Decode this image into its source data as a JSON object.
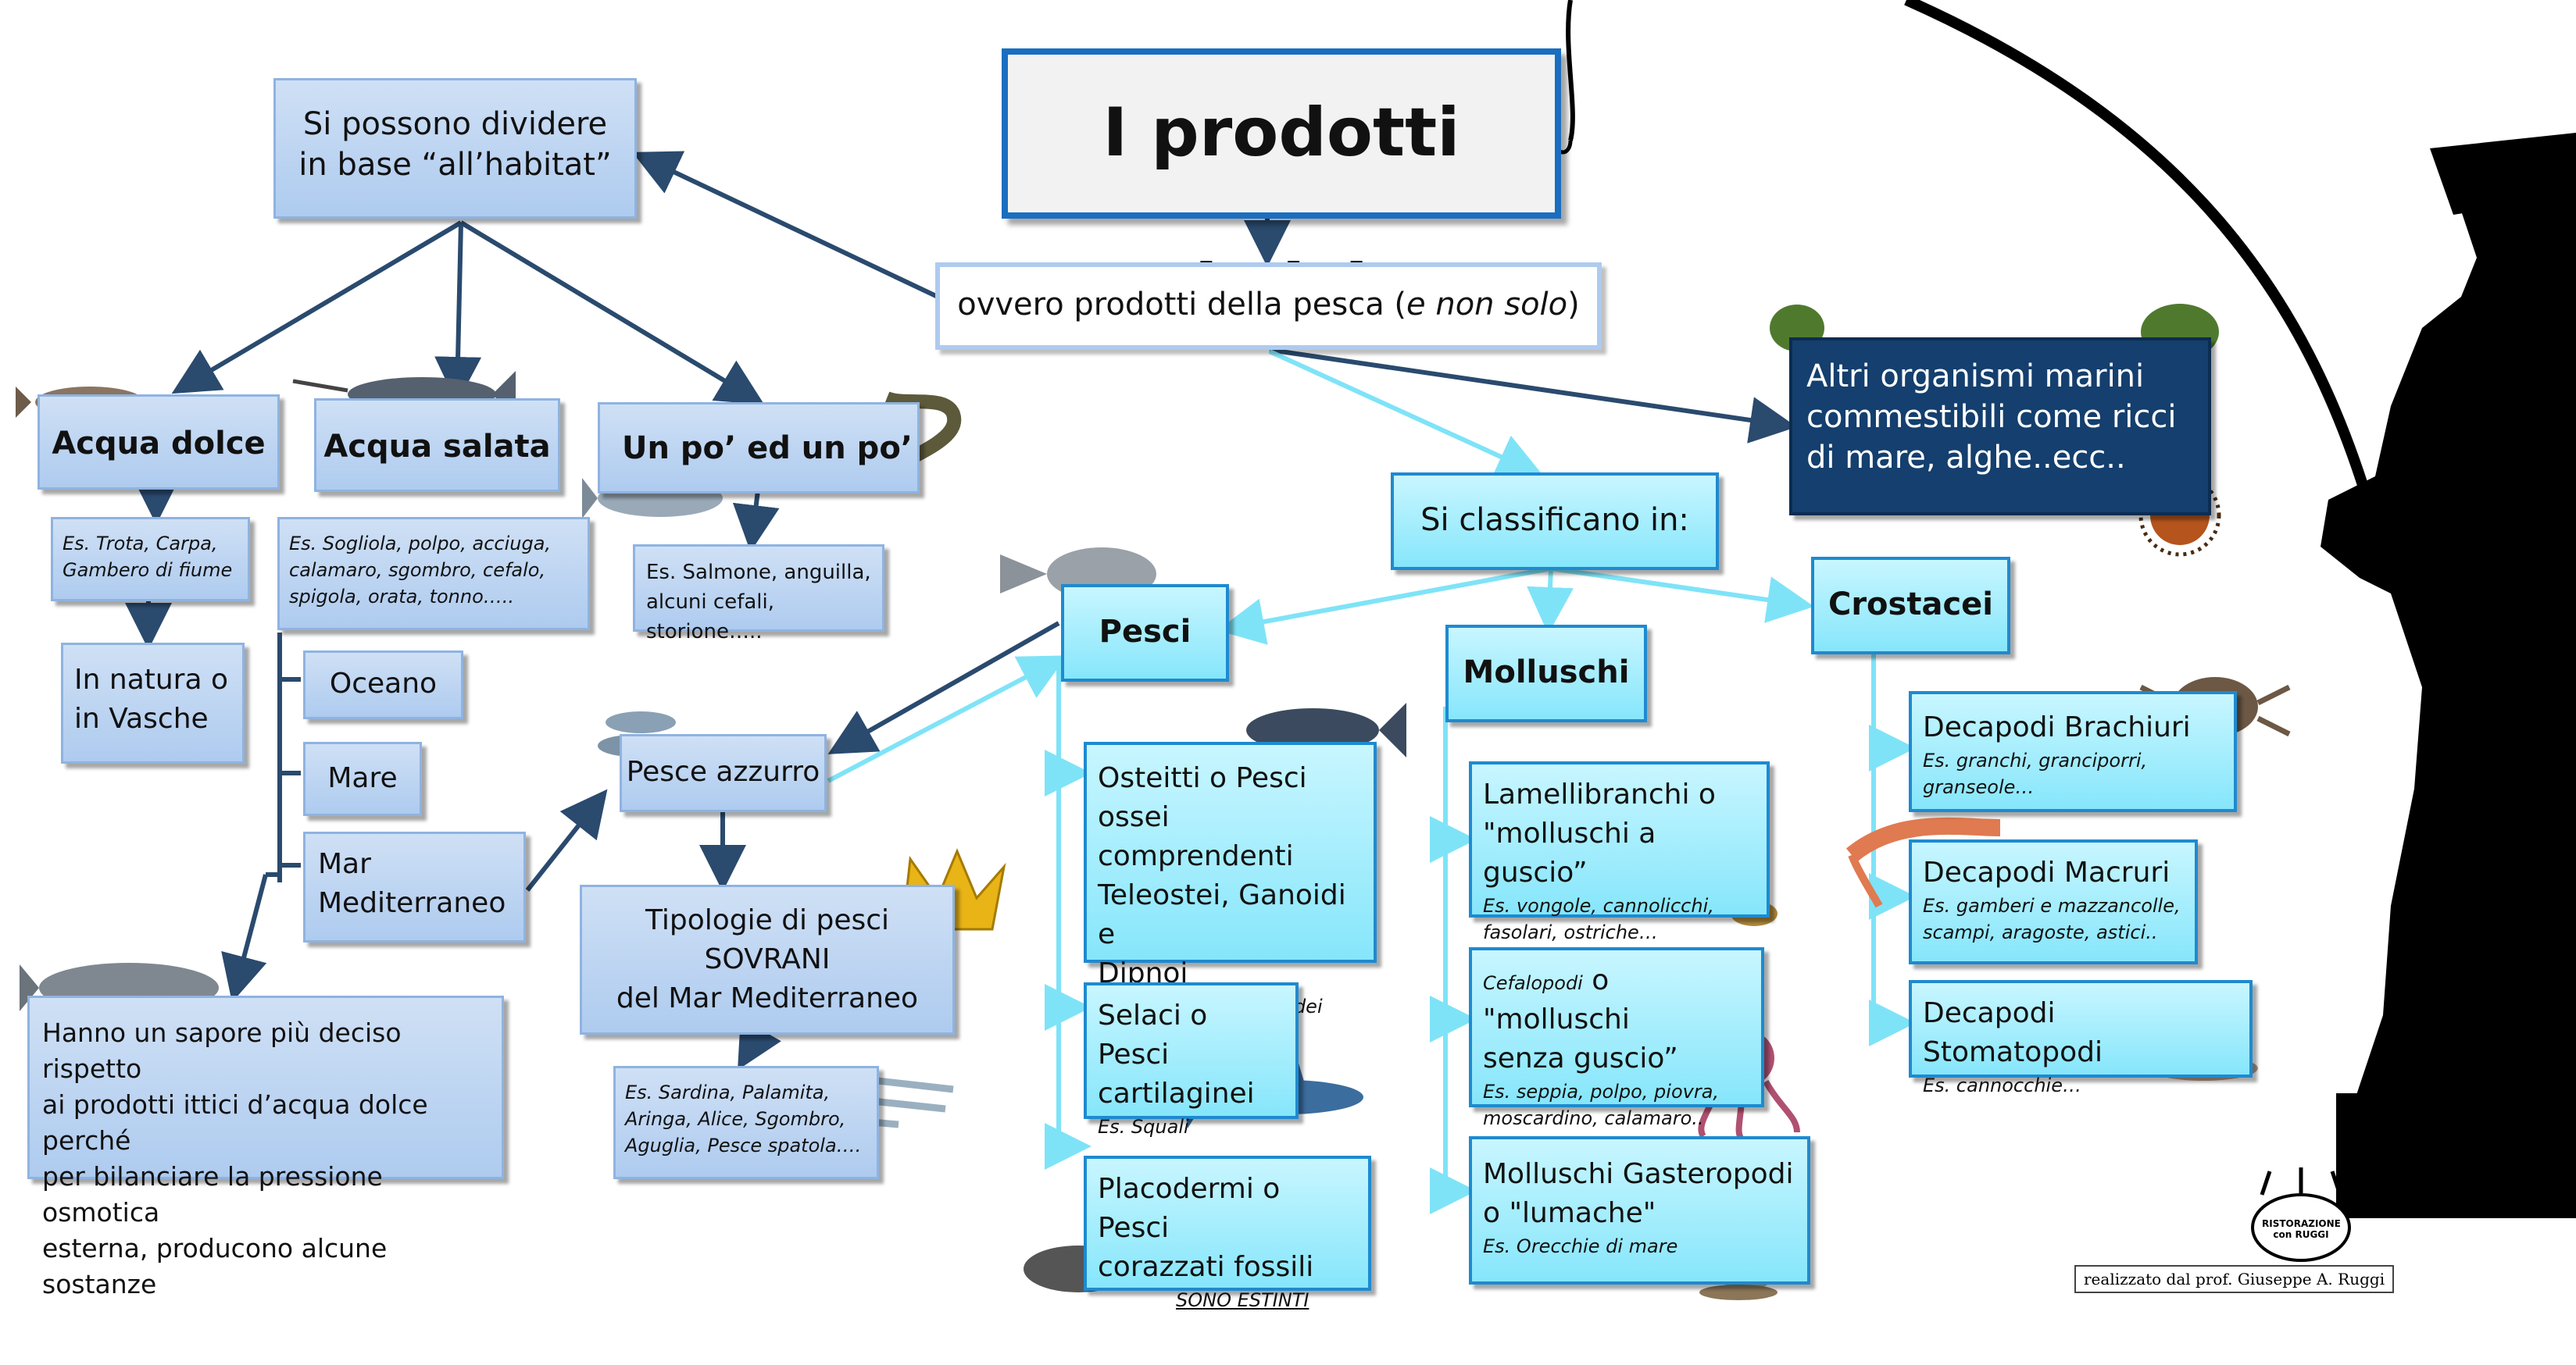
{
  "title": "I prodotti ittici",
  "subtitle_pre": "ovvero prodotti della pesca (",
  "subtitle_em": "e non solo",
  "subtitle_post": ")",
  "habitat": {
    "text_line1": "Si possono dividere",
    "text_line2": "in base “all’habitat”",
    "acqua_dolce": {
      "label": "Acqua dolce",
      "examples_line1": "Es. Trota, Carpa,",
      "examples_line2": "Gambero di fiume",
      "natura_line1": "In natura o",
      "natura_line2": "in Vasche"
    },
    "acqua_salata": {
      "label": "Acqua salata",
      "examples_line1": "Es. Sogliola, polpo, acciuga,",
      "examples_line2": "calamaro, sgombro, cefalo,",
      "examples_line3": "spigola, orata, tonno…..",
      "oceano": "Oceano",
      "mare": "Mare",
      "mediterraneo_line1": "Mar",
      "mediterraneo_line2": "Mediterraneo"
    },
    "un_po": {
      "label": "Un po’ ed un po’",
      "examples_line1": "Es. Salmone, anguilla,",
      "examples_line2": "alcuni cefali, storione….."
    },
    "sapore": {
      "line1": "Hanno un sapore più deciso rispetto",
      "line2": "ai prodotti ittici d’acqua dolce perché",
      "line3": "per bilanciare la pressione osmotica",
      "line4": "esterna, producono alcune sostanze"
    }
  },
  "pesce_azzurro": {
    "label": "Pesce azzurro",
    "sovrani_line1": "Tipologie di pesci",
    "sovrani_line2": "SOVRANI",
    "sovrani_line3": "del Mar Mediterraneo",
    "examples_line1": "Es. Sardina, Palamita,",
    "examples_line2": "Aringa,  Alice, Sgombro,",
    "examples_line3": "Aguglia, Pesce spatola…."
  },
  "altri": {
    "line1": "Altri organismi marini",
    "line2": "commestibili come ricci",
    "line3": "di mare, alghe..ecc.."
  },
  "classificano": "Si classificano in:",
  "pesci": {
    "label": "Pesci",
    "osteitti_line1": "Osteitti o Pesci ossei",
    "osteitti_line2": "comprendenti",
    "osteitti_line3": "Teleostei, Ganoidi e",
    "osteitti_line4": "Dipnoi",
    "osteitti_ex": "Es. la maggior parte dei pesci",
    "selaci_line1": "Selaci o Pesci",
    "selaci_line2": "cartilaginei",
    "selaci_ex": "Es. Squali",
    "placodermi_line1": "Placodermi o Pesci",
    "placodermi_line2": "corazzati fossili",
    "placodermi_ex": "SONO ESTINTI"
  },
  "molluschi": {
    "label": "Molluschi",
    "lamelli_line1": "Lamellibranchi o",
    "lamelli_line2": "\"molluschi a guscio”",
    "lamelli_ex1": "Es. vongole, cannolicchi,",
    "lamelli_ex2": "fasolari, ostriche…",
    "cefalo_prefix": "Cefalopodi",
    "cefalo_line1": " o \"molluschi",
    "cefalo_line2": "senza guscio”",
    "cefalo_ex1": "Es. seppia, polpo, piovra,",
    "cefalo_ex2": "moscardino, calamaro..",
    "gaster_line1": "Molluschi Gasteropodi",
    "gaster_line2": "o \"lumache\"",
    "gaster_ex": "Es. Orecchie di mare"
  },
  "crostacei": {
    "label": "Crostacei",
    "brachiuri": "Decapodi Brachiuri",
    "brachiuri_ex": "Es. granchi, granciporri, granseole…",
    "macruri": "Decapodi Macruri",
    "macruri_ex1": "Es. gamberi e mazzancolle,",
    "macruri_ex2": "scampi, aragoste, astici..",
    "stomatopodi": "Decapodi Stomatopodi",
    "stomatopodi_ex": "Es. cannocchie…"
  },
  "logo_text": "RISTORAZIONE con RUGGI",
  "credit": "realizzato dal prof. Giuseppe A. Ruggi",
  "colors": {
    "dark_arrow": "#2a4a6e",
    "light_arrow": "#7fe3f7",
    "main_border": "#1a6ec0",
    "dark_box": "#143f6e"
  }
}
